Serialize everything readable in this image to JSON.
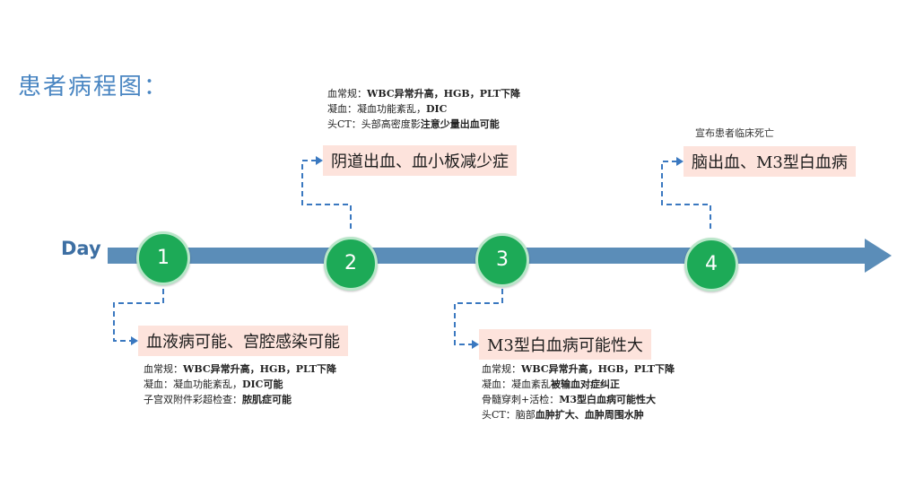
{
  "title": "患者病程图：",
  "axis_label": "Day",
  "colors": {
    "title": "#4a86c2",
    "timeline": "#5b8db8",
    "node": "#1daa57",
    "event_box": "#fde3dc",
    "connector": "#3a78c0"
  },
  "nodes": [
    "1",
    "2",
    "3",
    "4"
  ],
  "events": {
    "e1": {
      "label": "血液病可能、宫腔感染可能",
      "notes": [
        {
          "p": "血常规：",
          "b": "WBC异常升高，HGB，PLT下降"
        },
        {
          "p": "凝血：凝血功能紊乱，",
          "b": "DIC可能"
        },
        {
          "p": "子宫双附件彩超检查：",
          "b": "脓肌症可能"
        }
      ]
    },
    "e2": {
      "label": "阴道出血、血小板减少症",
      "notes": [
        {
          "p": "血常规：",
          "b": "WBC异常升高，HGB，PLT下降"
        },
        {
          "p": "凝血：凝血功能紊乱，",
          "b": "DIC"
        },
        {
          "p": "头CT：头部高密度影",
          "b": "注意少量出血可能"
        }
      ]
    },
    "e3": {
      "label": "M3型白血病可能性大",
      "notes": [
        {
          "p": "血常规：",
          "b": "WBC异常升高，HGB，PLT下降"
        },
        {
          "p": "凝血：凝血紊乱",
          "b": "被输血对症纠正"
        },
        {
          "p": "骨髓穿刺+活检：",
          "b": "M3型白血病可能性大"
        },
        {
          "p": "头CT：脑部",
          "b": "血肿扩大、血肿周围水肿"
        }
      ]
    },
    "e4": {
      "label": "脑出血、M3型白血病",
      "note": "宣布患者临床死亡"
    }
  }
}
